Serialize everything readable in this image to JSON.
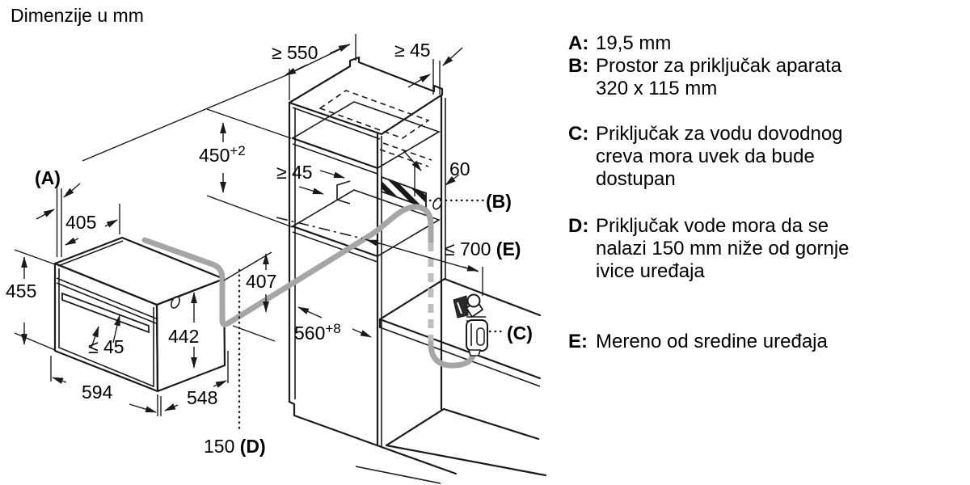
{
  "title": "Dimenzije u mm",
  "legend": {
    "items": [
      {
        "key": "A:",
        "text": "19,5 mm"
      },
      {
        "key": "B:",
        "text": "Prostor za priključak aparata\n320 x 115 mm"
      },
      {
        "key": "C:",
        "text": "Priključak za vodu dovodnog\ncreva mora uvek da bude\ndostupan"
      },
      {
        "key": "D:",
        "text": "Priključak vode mora da se\nnalazi 150 mm niže od gornje\nivice uređaja"
      },
      {
        "key": "E:",
        "text": "Mereno od sredine uređaja"
      }
    ]
  },
  "diagram": {
    "labels": {
      "depth_min": "≥ 550",
      "side_min_top": "≥ 45",
      "niche_h": "450",
      "niche_h_sup": "+2",
      "niche_side": "≥ 45",
      "sixty": "60",
      "b": "(B)",
      "e700": "≤ 700",
      "e700_key": "(E)",
      "c": "(C)",
      "a": "(A)",
      "d405": "405",
      "d455": "455",
      "door_max": "≤ 45",
      "d594": "594",
      "d442": "442",
      "d407": "407",
      "d548": "548",
      "d560": "560",
      "d560_sup": "+8",
      "d150": "150",
      "d150_key": "(D)"
    }
  }
}
